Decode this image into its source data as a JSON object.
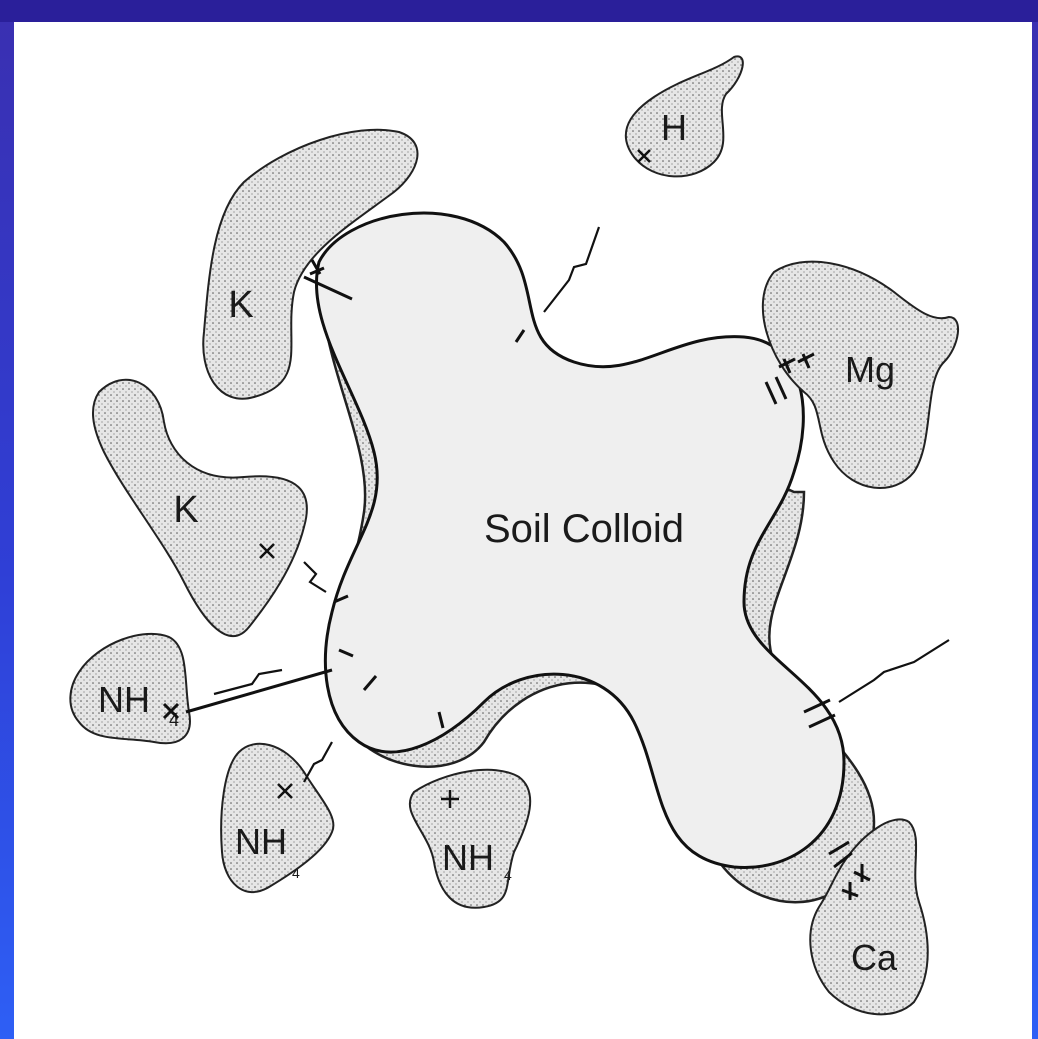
{
  "diagram": {
    "center_label": "Soil Colloid",
    "ions": [
      {
        "id": "h",
        "label": "H",
        "sub": ""
      },
      {
        "id": "k1",
        "label": "K",
        "sub": ""
      },
      {
        "id": "k2",
        "label": "K",
        "sub": ""
      },
      {
        "id": "mg",
        "label": "Mg",
        "sub": ""
      },
      {
        "id": "nh4a",
        "label": "NH",
        "sub": "4"
      },
      {
        "id": "nh4b",
        "label": "NH",
        "sub": "4"
      },
      {
        "id": "nh4c",
        "label": "NH",
        "sub": "4"
      },
      {
        "id": "ca",
        "label": "Ca",
        "sub": ""
      }
    ]
  },
  "colors": {
    "background_top": "#3a2fb0",
    "background_bottom": "#2e5ff5",
    "blob_fill": "#ededed",
    "ink": "#1a1a1a"
  }
}
